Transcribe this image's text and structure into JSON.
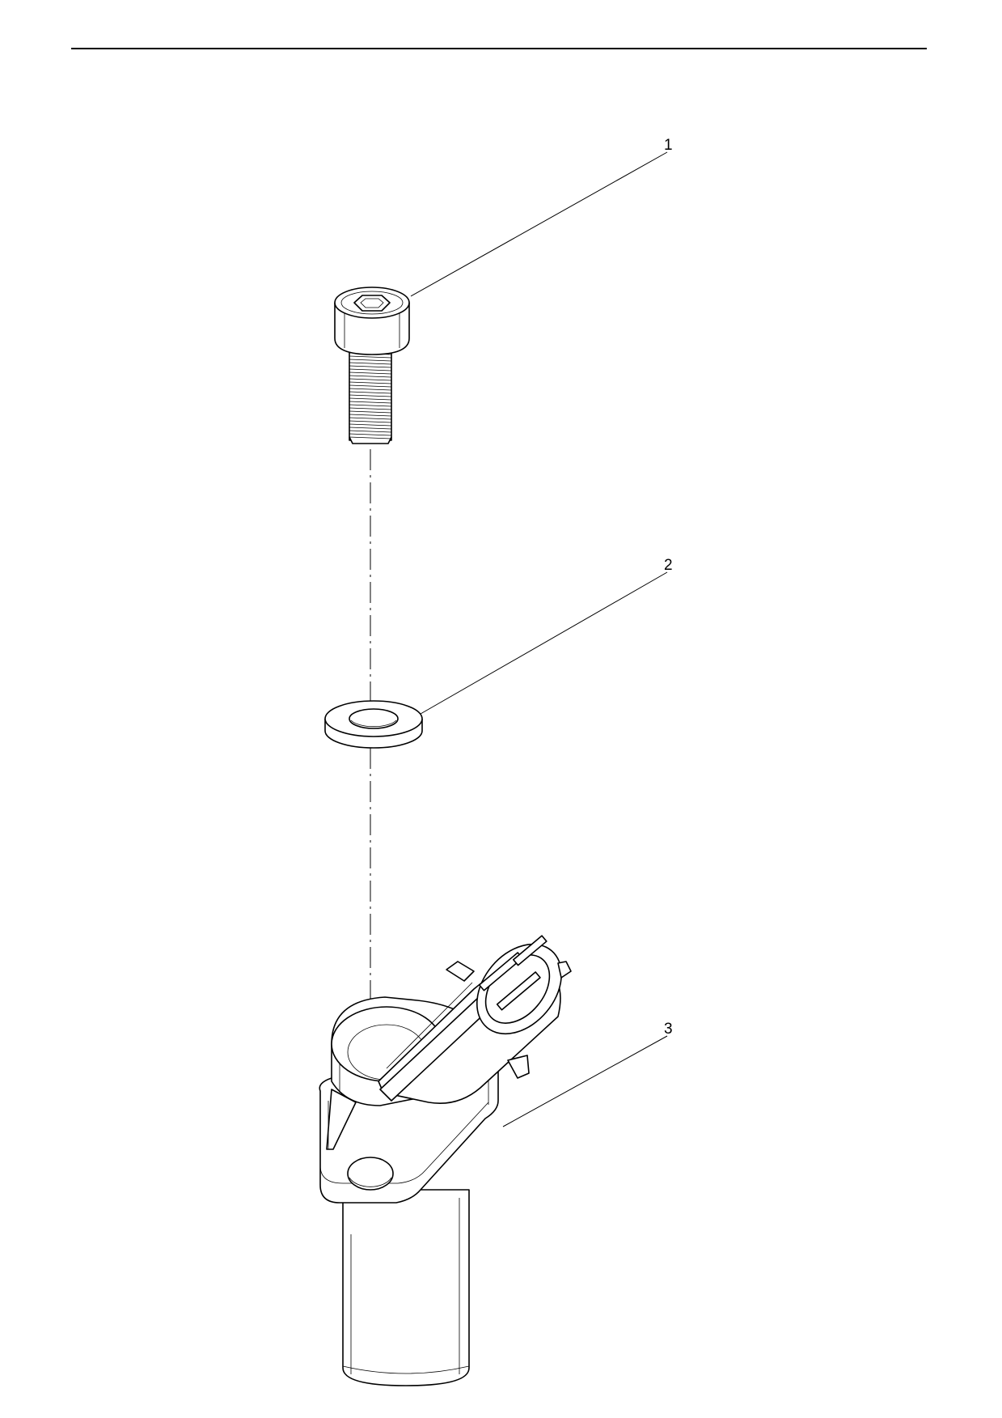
{
  "callouts": [
    {
      "number": "1",
      "part": "socket-head-cap-screw"
    },
    {
      "number": "2",
      "part": "washer"
    },
    {
      "number": "3",
      "part": "sensor"
    }
  ],
  "colors": {
    "ink": "#000000",
    "paper": "#ffffff"
  }
}
